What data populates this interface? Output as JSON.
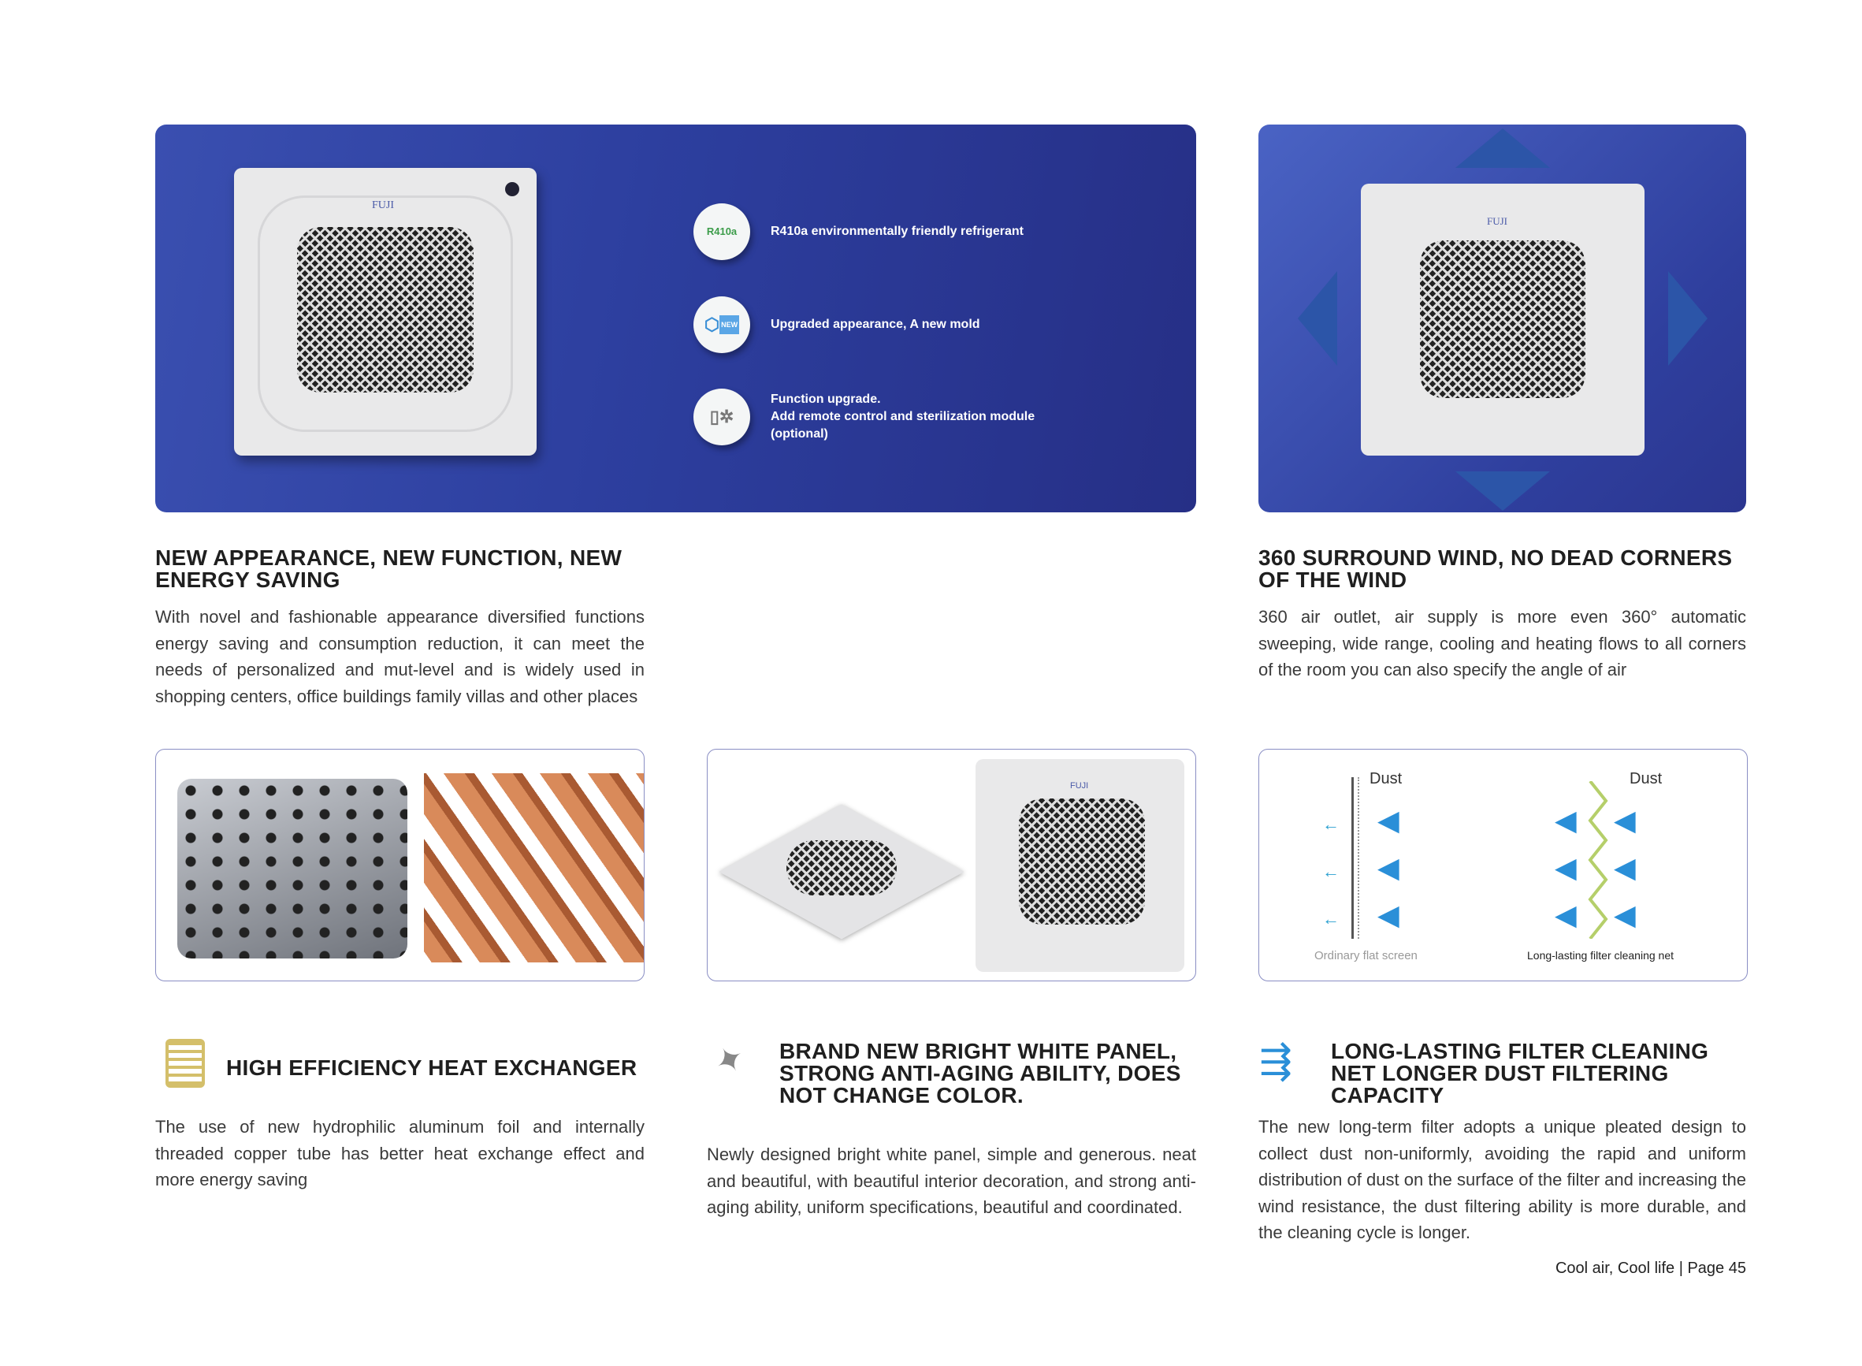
{
  "banner": {
    "brand": "FUJI",
    "features": [
      {
        "icon": "r410a-leaf-icon",
        "icon_text": "R410a",
        "text": "R410a environmentally friendly refrigerant"
      },
      {
        "icon": "new-cube-icon",
        "icon_text": "NEW",
        "text": "Upgraded appearance, A new mold"
      },
      {
        "icon": "phone-sterilization-icon",
        "lines": [
          "Function upgrade.",
          "Add remote control and sterilization module",
          "(optional)"
        ]
      }
    ]
  },
  "sections": {
    "appearance": {
      "title": "NEW APPEARANCE, NEW FUNCTION, NEW ENERGY SAVING",
      "body": "With novel and fashionable appearance diversified functions energy saving and consumption reduction, it can meet the needs of personalized and mut-level and is widely used in shopping centers, office buildings family villas and other places"
    },
    "wind": {
      "title": "360 SURROUND WIND, NO DEAD CORNERS OF THE WIND",
      "body": "360 air outlet, air supply is more even 360° automatic sweeping, wide range, cooling and heating flows to all corners of the room you can also specify the angle of air"
    },
    "heat": {
      "title": "HIGH EFFICIENCY HEAT EXCHANGER",
      "body": "The use of new hydrophilic aluminum foil and internally threaded copper tube has better heat exchange effect and more energy saving"
    },
    "panel": {
      "title": "BRAND NEW BRIGHT WHITE PANEL, STRONG ANTI-AGING ABILITY, DOES NOT CHANGE COLOR.",
      "body": "Newly designed bright white panel, simple and generous. neat and beautiful, with beautiful interior decoration, and strong anti-aging ability, uniform specifications, beautiful and coordinated."
    },
    "filter": {
      "title": "LONG-LASTING FILTER CLEANING NET LONGER DUST FILTERING CAPACITY",
      "body": "The new long-term filter adopts a unique pleated design to collect dust non-uniformly, avoiding the rapid and uniform distribution of dust on the surface of the filter and increasing the wind resistance, the dust filtering ability is more durable, and the cleaning cycle is longer."
    }
  },
  "filter_diagram": {
    "dust_left": "Dust",
    "dust_right": "Dust",
    "caption_left": "Ordinary flat screen",
    "caption_right": "Long-lasting filter cleaning net"
  },
  "footer": {
    "text": "Cool air, Cool life |",
    "page_label": "Page",
    "page_number": "45"
  },
  "colors": {
    "banner": "#2d3f9f",
    "accent_border": "#8a8ec4",
    "arrow_blue": "#2a8fd8",
    "gold": "#d4bf6a"
  }
}
